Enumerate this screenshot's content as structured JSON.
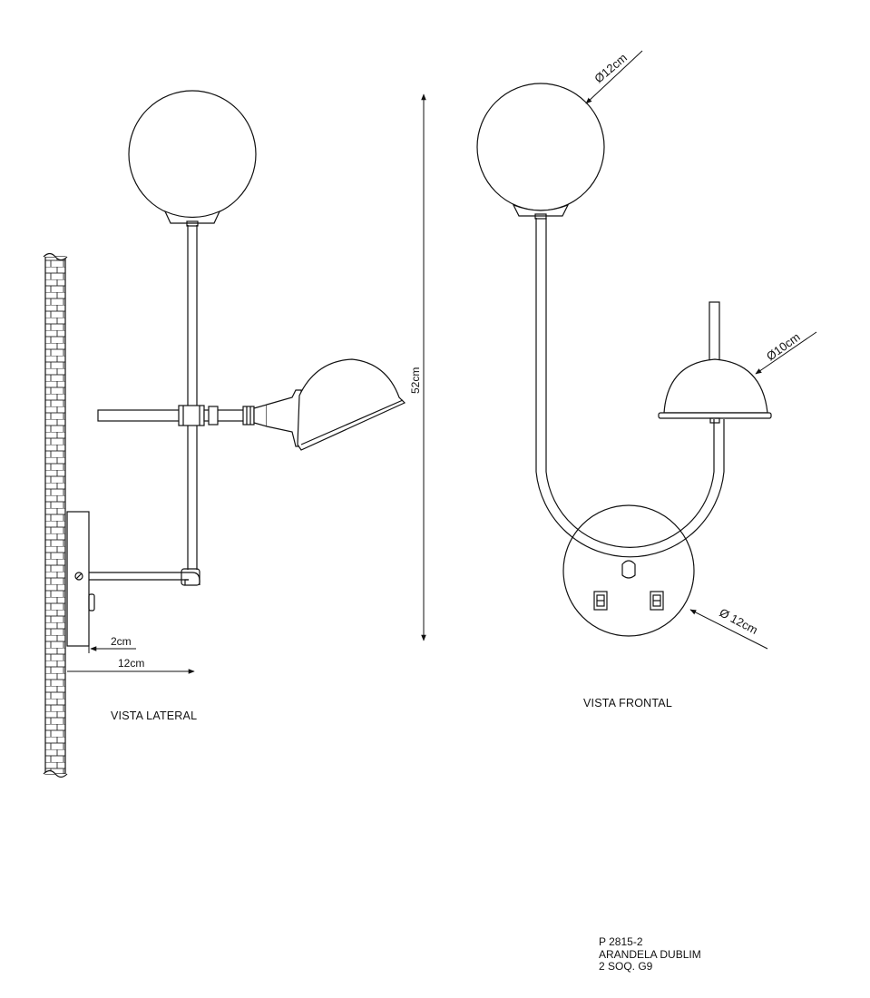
{
  "side_view": {
    "title": "VISTA LATERAL",
    "dim_wall_gap": "2cm",
    "dim_depth": "12cm"
  },
  "height_dimension": "52cm",
  "front_view": {
    "title": "VISTA FRONTAL",
    "dim_globe": "Ø12cm",
    "dim_shade": "Ø10cm",
    "dim_base": "Ø 12cm"
  },
  "title_block": {
    "code": "P 2815-2",
    "name": "ARANDELA DUBLIM",
    "spec": "2 SOQ. G9"
  }
}
